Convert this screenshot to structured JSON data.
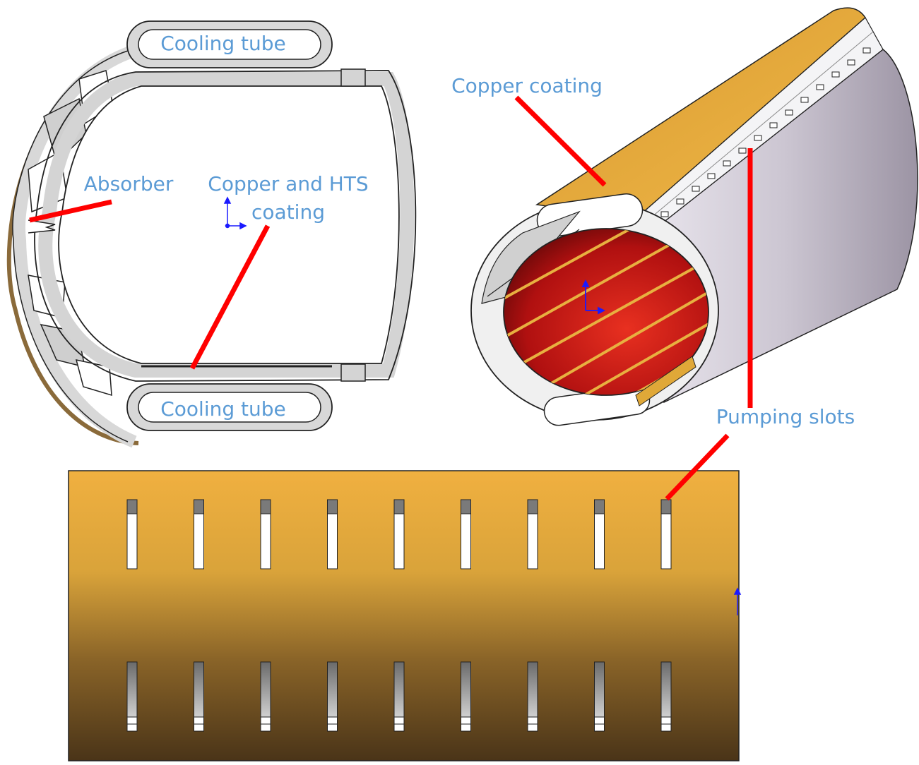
{
  "labels": {
    "cooling_tube_top": "Cooling tube",
    "cooling_tube_bottom": "Cooling tube",
    "absorber": "Absorber",
    "copper_hts_line1": "Copper and HTS",
    "copper_hts_line2": "coating",
    "copper_coating": "Copper coating",
    "pumping_slots": "Pumping slots"
  },
  "colors": {
    "label_text": "#5b9bd5",
    "leader_line": "#ff0000",
    "copper_light": "#f0b040",
    "copper_dark": "#4a3418",
    "wall_gray": "#d8d8d8",
    "bore_red": "#c81414"
  },
  "slots": {
    "count_per_row": 9,
    "rows": 2
  }
}
